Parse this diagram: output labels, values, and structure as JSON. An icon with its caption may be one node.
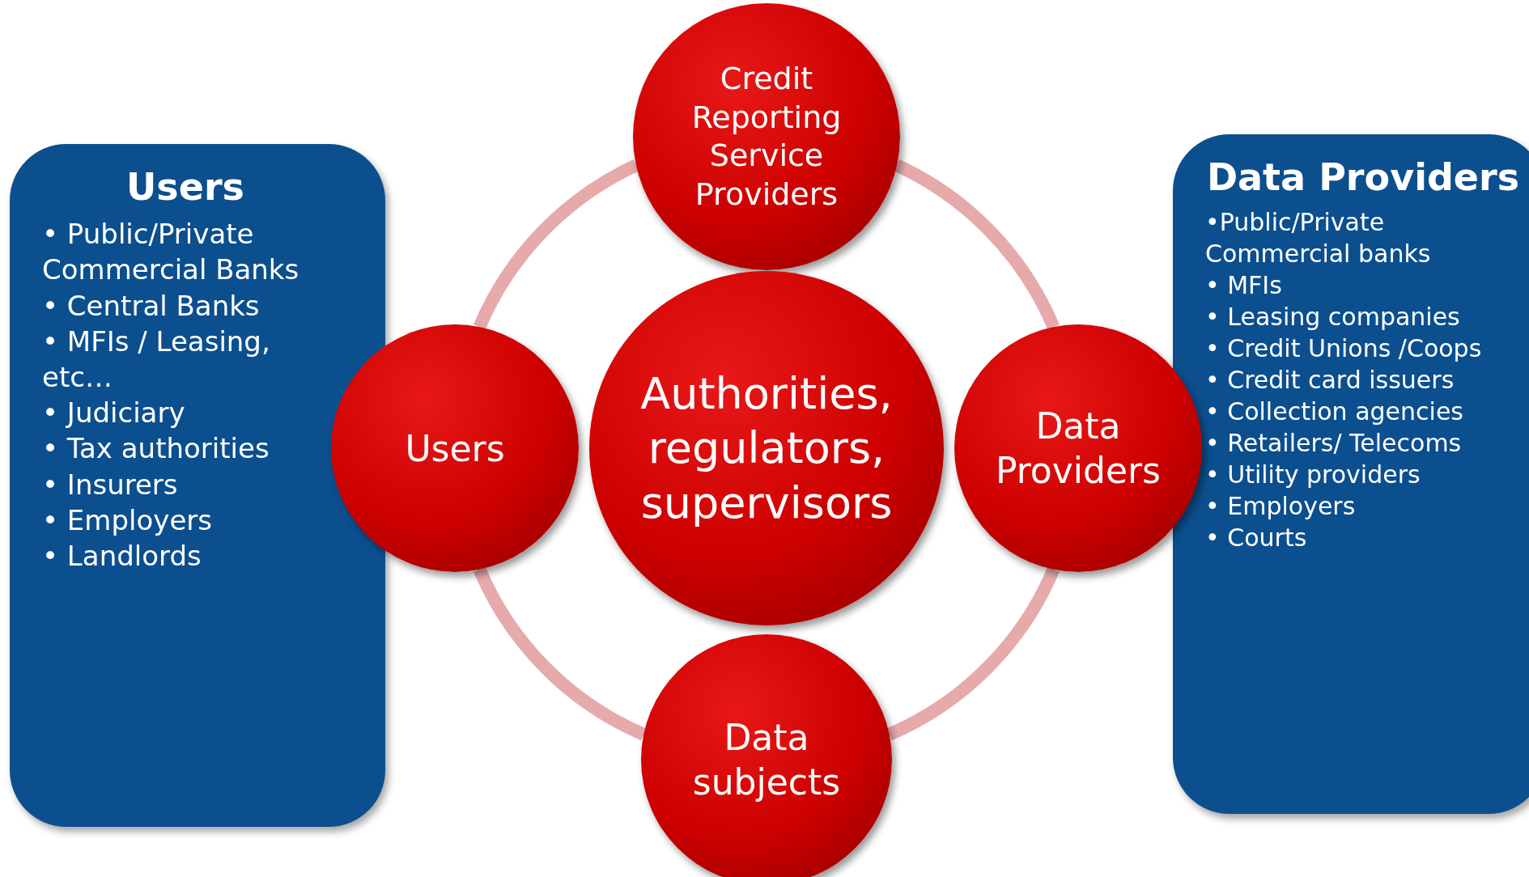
{
  "diagram": {
    "nodes": [
      {
        "text": [
          "Users",
          "• Public/Private Commercial Banks",
          "• Central Banks",
          "• MFIs / Leasing, etc…",
          "• Judiciary",
          "• Tax authorities",
          "• Insurers",
          "• Employers",
          "• Landlords"
        ]
      },
      {
        "text": [
          "Data Providers",
          "•Public/Private Commercial banks",
          "• MFIs",
          "• Leasing companies",
          "• Credit Unions /Coops",
          "• Credit card issuers",
          "• Collection agencies",
          "• Retailers/ Telecoms",
          "• Utility providers",
          "• Employers",
          "• Courts"
        ]
      },
      {
        "text": [
          "Credit Reporting Service Providers"
        ]
      },
      {
        "text": [
          "Users"
        ]
      },
      {
        "text": [
          "Authorities, regulators, supervisors"
        ]
      },
      {
        "text": [
          "Data Providers"
        ]
      },
      {
        "text": [
          "Data subjects"
        ]
      }
    ],
    "edges": [
      {
        "from": 2,
        "to": 5,
        "arrow": "none"
      },
      {
        "from": 5,
        "to": 6,
        "arrow": "none"
      },
      {
        "from": 6,
        "to": 3,
        "arrow": "none"
      },
      {
        "from": 3,
        "to": 2,
        "arrow": "none"
      }
    ]
  }
}
